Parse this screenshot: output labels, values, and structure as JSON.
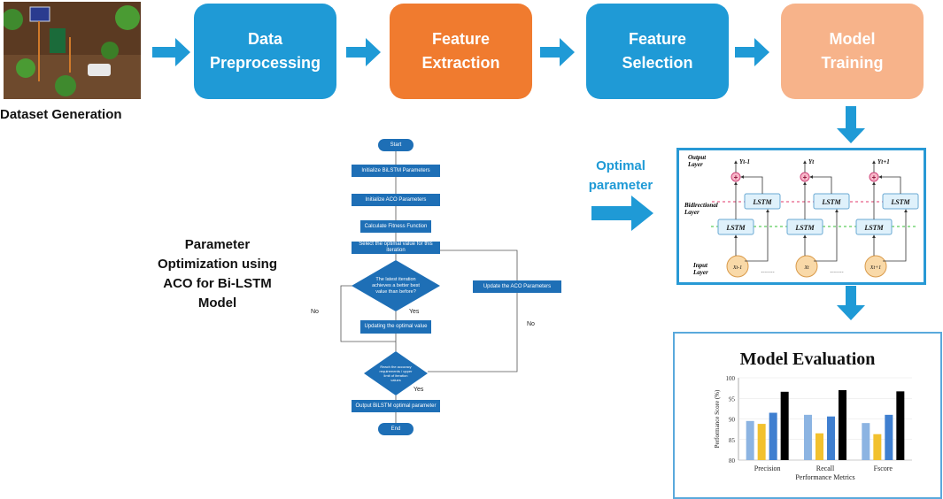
{
  "pipeline": {
    "dataset_label": "Dataset Generation",
    "stages": [
      {
        "label": "Data\nPreprocessing",
        "color": "#1f9ad6"
      },
      {
        "label": "Feature\nExtraction",
        "color": "#f07b2f"
      },
      {
        "label": "Feature\nSelection",
        "color": "#1f9ad6"
      },
      {
        "label": "Model\nTraining",
        "color": "#f7b38a"
      }
    ],
    "arrow_color": "#1f9ad6"
  },
  "optimization": {
    "title": "Parameter\nOptimization using\nACO for Bi-LSTM\nModel",
    "optimal_parameter": "Optimal\nparameter"
  },
  "flowchart": {
    "start": "Start",
    "init_bilstm": "Initialize BiLSTM Parameters",
    "init_aco": "Initialize ACO Parameters",
    "fitness": "Calculate Fitness Function",
    "select": "Select the optimal value for this iteration",
    "decision1": "The latest iteration achieves a better best value than before?",
    "update_optimal": "Updating the optimal value",
    "decision2": "Reach the accuracy requirements / upper limit of iteration values",
    "output": "Output BiLSTM optimal parameter",
    "end": "End",
    "update_aco": "Update the ACO Parameters",
    "yes1": "Yes",
    "no1": "No",
    "yes2": "Yes",
    "no2": "No"
  },
  "bilstm": {
    "output_layer": "Output\nLayer",
    "bidirectional_layer": "Bidirectional\nLayer",
    "input_layer": "Input\nLayer",
    "lstm": "LSTM",
    "outputs": [
      "Yt-1",
      "Yt",
      "Yt+1"
    ],
    "inputs": [
      "Xt-1",
      "Xt",
      "Xt+1"
    ],
    "dots": "........"
  },
  "evaluation": {
    "title": "Model Evaluation",
    "chart_data": {
      "type": "bar",
      "categories": [
        "Precision",
        "Recall",
        "Fscore"
      ],
      "series": [
        {
          "values": [
            89.5,
            91,
            89
          ],
          "color": "#8cb4e2"
        },
        {
          "values": [
            88.8,
            86.5,
            86.3
          ],
          "color": "#f2c12e"
        },
        {
          "values": [
            91.5,
            90.6,
            91
          ],
          "color": "#3f7fd0"
        },
        {
          "values": [
            96.6,
            97,
            96.7
          ],
          "color": "#000000"
        }
      ],
      "ylabel": "Performance Score (%)",
      "xlabel": "Performance Metrics",
      "ylim": [
        80,
        100
      ],
      "yticks": [
        80,
        85,
        90,
        95,
        100
      ]
    }
  }
}
